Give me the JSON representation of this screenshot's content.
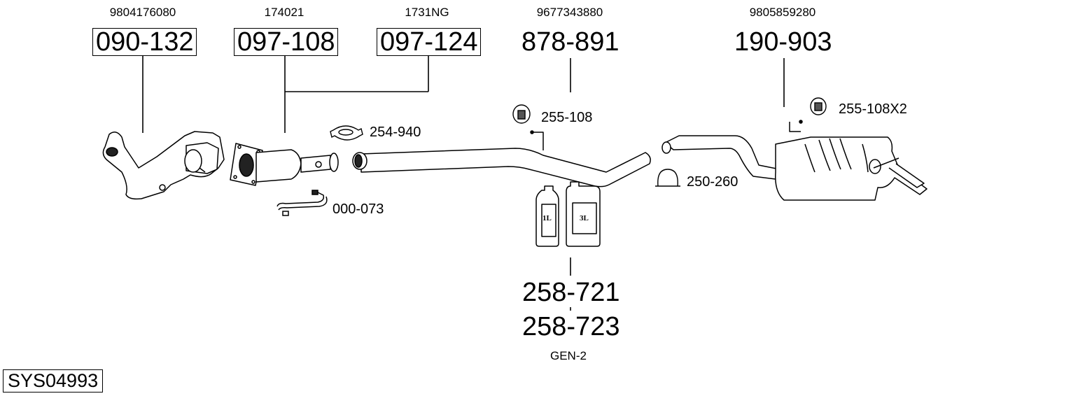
{
  "diagram": {
    "system_code": "SYS04993",
    "parts": [
      {
        "oem": "9804176080",
        "part_number": "090-132",
        "boxed": true,
        "component": "catalytic-converter-front"
      },
      {
        "oem": "174021",
        "part_number": "097-108",
        "boxed": true,
        "component": "diesel-particulate-filter"
      },
      {
        "oem": "1731NG",
        "part_number": "097-124",
        "boxed": true,
        "component": "diesel-particulate-filter-alt"
      },
      {
        "oem": "9677343880",
        "part_number": "878-891",
        "boxed": false,
        "component": "middle-pipe"
      },
      {
        "oem": "9805859280",
        "part_number": "190-903",
        "boxed": false,
        "component": "rear-silencer"
      }
    ],
    "accessories": [
      {
        "part_number": "254-940",
        "icon": "clamp-icon"
      },
      {
        "part_number": "000-073",
        "icon": "sensor-pipe-icon"
      },
      {
        "part_number": "255-108",
        "icon": "rubber-mount-icon"
      },
      {
        "part_number": "250-260",
        "icon": "u-clamp-icon"
      },
      {
        "part_number": "255-108X2",
        "icon": "rubber-mount-icon"
      }
    ],
    "fluid": {
      "part_numbers": [
        "258-721",
        "258-723"
      ],
      "label": "GEN-2",
      "bottle_small_label": "1L",
      "bottle_large_label": "3L"
    }
  }
}
